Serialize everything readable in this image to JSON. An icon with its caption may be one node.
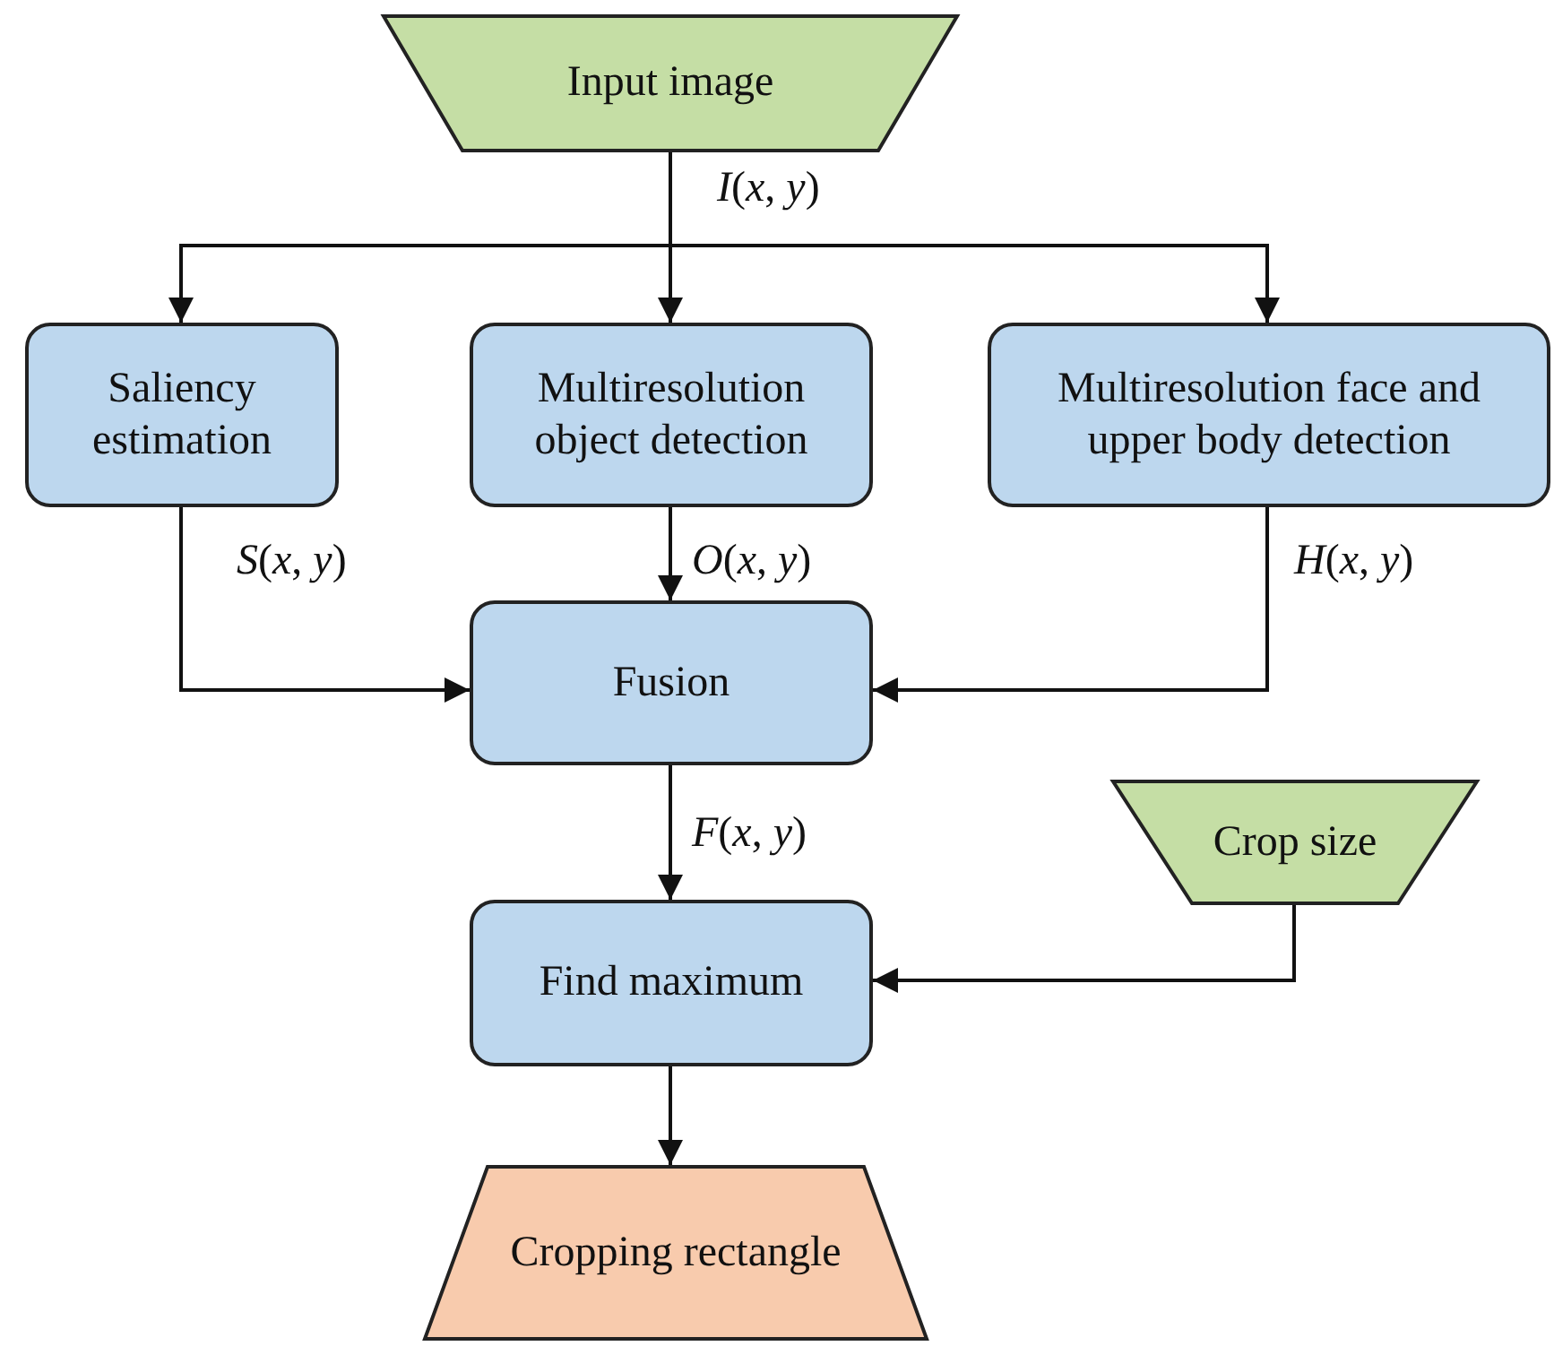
{
  "diagram": {
    "nodes": [
      {
        "text": [
          "Input image"
        ]
      },
      {
        "text": [
          "Saliency estimation"
        ]
      },
      {
        "text": [
          "Multiresolution object detection"
        ]
      },
      {
        "text": [
          "Multiresolution face and upper body detection"
        ]
      },
      {
        "text": [
          "Fusion"
        ]
      },
      {
        "text": [
          "Crop size"
        ]
      },
      {
        "text": [
          "Find maximum"
        ]
      },
      {
        "text": [
          "Cropping rectangle"
        ]
      }
    ],
    "edges": [
      {
        "from": 0,
        "to": 1,
        "arrow": "to"
      },
      {
        "from": 0,
        "to": 2,
        "arrow": "to",
        "label": "*I*(*x*, *y*)"
      },
      {
        "from": 0,
        "to": 3,
        "arrow": "to"
      },
      {
        "from": 1,
        "to": 4,
        "arrow": "to",
        "label": "*S*(*x*, *y*)"
      },
      {
        "from": 2,
        "to": 4,
        "arrow": "to",
        "label": "*O*(*x*, *y*)"
      },
      {
        "from": 3,
        "to": 4,
        "arrow": "to",
        "label": "*H*(*x*, *y*)"
      },
      {
        "from": 4,
        "to": 6,
        "arrow": "to",
        "label": "*F*(*x*, *y*)"
      },
      {
        "from": 5,
        "to": 6,
        "arrow": "to"
      },
      {
        "from": 6,
        "to": 7,
        "arrow": "to"
      }
    ]
  }
}
